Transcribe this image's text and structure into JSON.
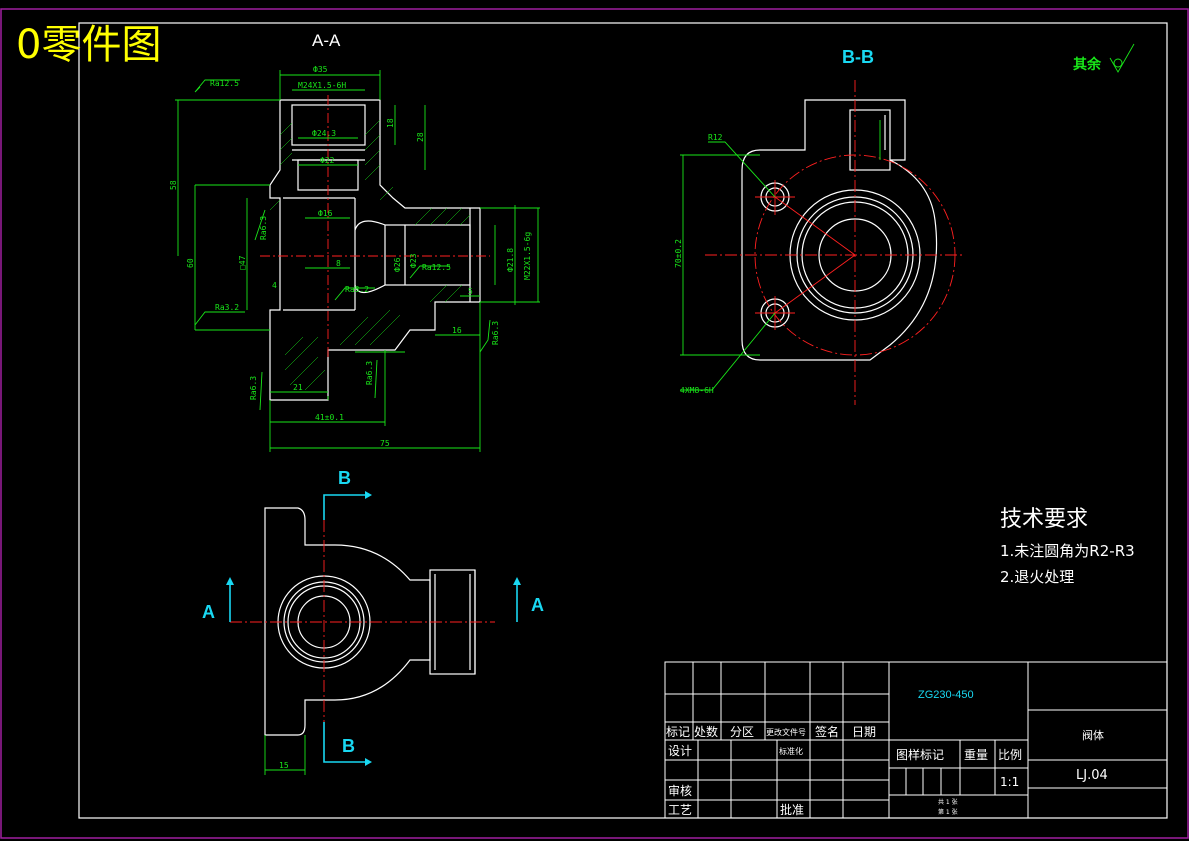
{
  "corner_title": "0零件图",
  "views": {
    "section_aa": "A-A",
    "section_bb": "B-B",
    "cut_b_top": "B",
    "cut_b_bottom": "B",
    "cut_a_left": "A",
    "cut_a_right": "A"
  },
  "roughness_other": "其余",
  "dimensions": {
    "d_top_width": "Ф35",
    "d_thread_top": "M24X1.5-6H",
    "d_bore_top": "Ф24.3",
    "d_depth_18": "18",
    "d_depth_28": "28",
    "d_inner_22": "Ф22",
    "d_16": "Ф16",
    "d_8": "8",
    "d_4": "4",
    "d_left_58": "58",
    "d_left_60": "60",
    "d_left_sq": "□47",
    "d_right_26": "Ф26",
    "d_right_thread": "M22X1.5-6g",
    "d_right_218": "Ф21.8",
    "d_right_23": "Ф23",
    "d_5": "5",
    "d_16b": "16",
    "d_21": "21",
    "d_41": "41±0.1",
    "d_75": "75",
    "d_15": "15",
    "d_r12": "R12",
    "d_bb_height": "70±0.2",
    "d_bb_holes": "4XM8-6H",
    "r_ra125_top": "Ra12.5",
    "r_ra63_a": "Ra6.3",
    "r_ra32_a": "Ra3.2",
    "r_ra32_b": "Ra3.2",
    "r_ra125_b": "Ra12.5",
    "r_ra63_b": "Ra6.3",
    "r_ra63_c": "Ra6.3",
    "r_ra63_d": "Ra6.3"
  },
  "tech_requirements": {
    "heading": "技术要求",
    "items": [
      "1.未注圆角为R2-R3",
      "2.退火处理"
    ]
  },
  "title_block": {
    "material": "ZG230-450",
    "part_name": "阀体",
    "drawing_no": "LJ.04",
    "scale": "1:1",
    "sheet_total": "共 1 张",
    "sheet_no": "第 1 张",
    "labels": {
      "mark": "标记",
      "count": "处数",
      "zone": "分区",
      "doc_no": "更改文件号",
      "signature": "签名",
      "date": "日期",
      "design": "设计",
      "standardize": "标准化",
      "stage_mark": "图样标记",
      "weight": "重量",
      "scale": "比例",
      "review": "审核",
      "process": "工艺",
      "approve": "批准"
    }
  },
  "colors": {
    "background": "#000000",
    "border": "#ffffff",
    "outer_frame": "#a01fa0",
    "dimension": "#19e619",
    "centerline": "#ff2020",
    "label": "#19d8f2",
    "title_highlight": "#ffff00"
  }
}
